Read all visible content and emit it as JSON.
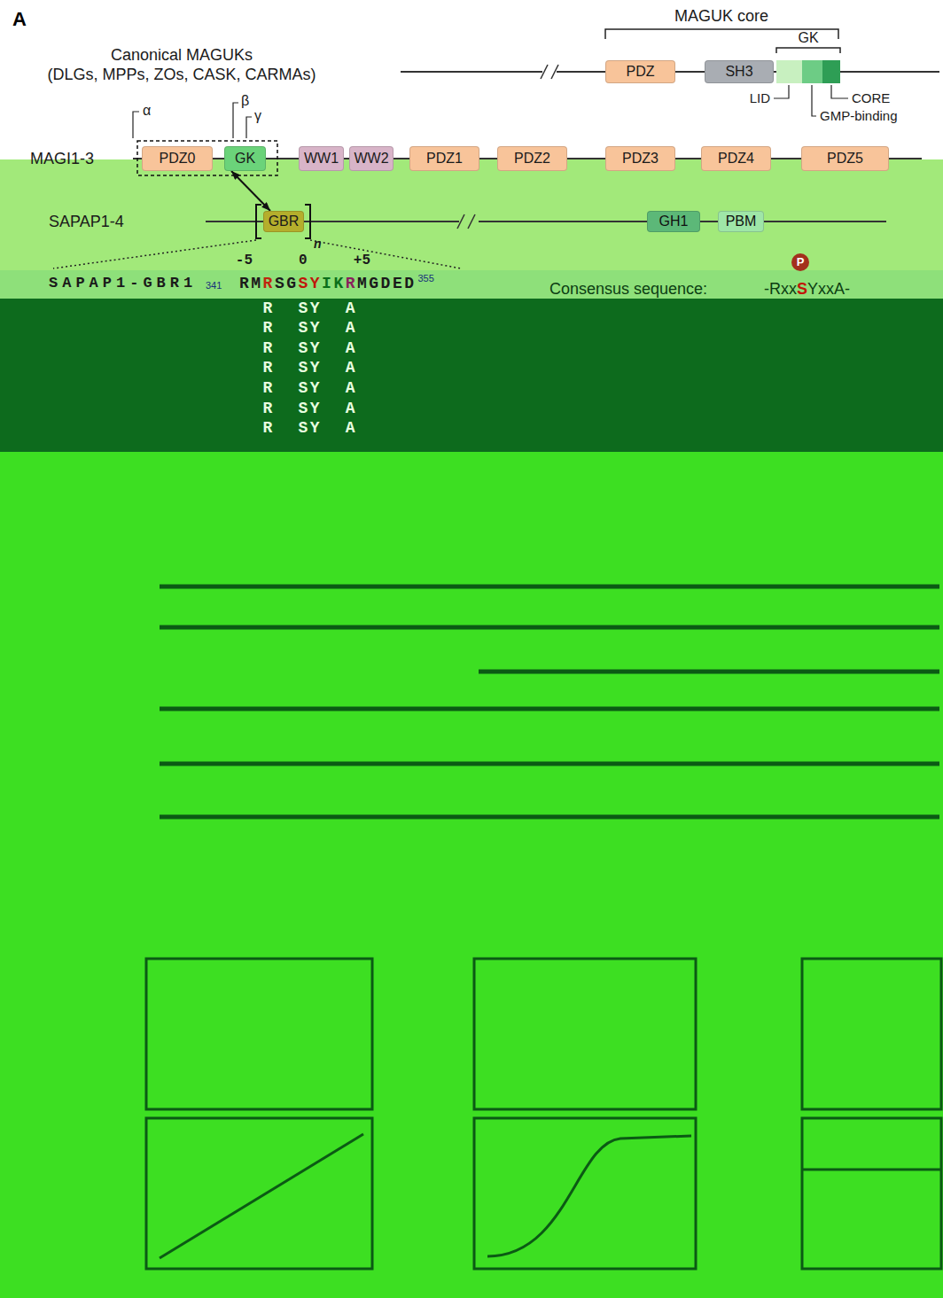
{
  "diagram": {
    "nodes": [
      {
        "text": [
          "PDZ"
        ]
      },
      {
        "text": [
          "SH3"
        ]
      },
      {
        "text": [
          "PDZ0"
        ]
      },
      {
        "text": [
          "GK"
        ]
      },
      {
        "text": [
          "WW1"
        ]
      },
      {
        "text": [
          "WW2"
        ]
      },
      {
        "text": [
          "PDZ1"
        ]
      },
      {
        "text": [
          "PDZ2"
        ]
      },
      {
        "text": [
          "PDZ3"
        ]
      },
      {
        "text": [
          "PDZ4"
        ]
      },
      {
        "text": [
          "PDZ5"
        ]
      },
      {
        "text": [
          "GBR"
        ]
      },
      {
        "text": [
          "GH1"
        ]
      },
      {
        "text": [
          "PBM"
        ]
      }
    ],
    "edges": [
      {
        "from": 3,
        "to": 11,
        "arrow": "both"
      }
    ],
    "labels": [
      "A",
      "Canonical MAGUKs",
      "(DLGs, MPPs, ZOs, CASK, CARMAs)",
      "MAGUK core",
      "GK",
      "LID",
      "GMP-binding",
      "CORE",
      "α",
      "β",
      "γ",
      "MAGI1-3",
      "SAPAP1-4",
      "n",
      "-5",
      "0",
      "+5",
      "SAPAP1-GBR1",
      "341",
      "RM",
      "R",
      "SG",
      "SY",
      "IK",
      "R",
      "MGDED",
      "355",
      "P",
      "Consensus sequence:",
      "-Rxx",
      "S",
      "YxxA-",
      "R",
      "SY",
      "A",
      "R",
      "SY",
      "A",
      "R",
      "SY",
      "A",
      "R",
      "SY",
      "A",
      "R",
      "SY",
      "A",
      "R",
      "SY",
      "A",
      "R",
      "SY",
      "A"
    ]
  }
}
